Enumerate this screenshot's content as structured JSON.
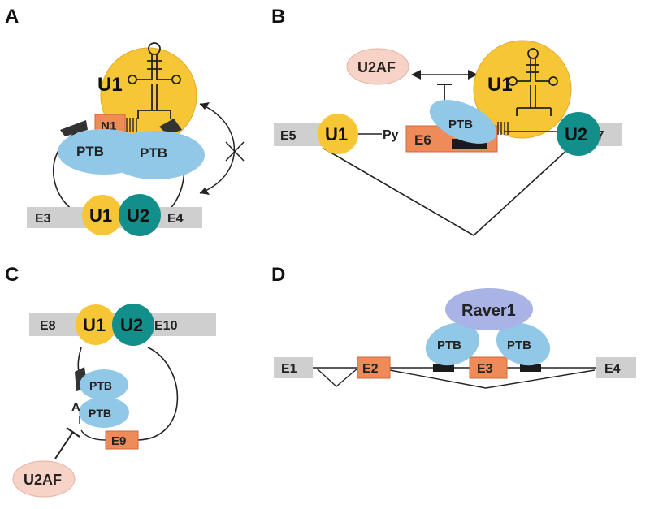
{
  "panels": {
    "a": "A",
    "b": "B",
    "c": "C",
    "d": "D"
  },
  "labels": {
    "a_u1_top": "U1",
    "a_n1": "N1",
    "a_ptb1": "PTB",
    "a_ptb2": "PTB",
    "a_e3": "E3",
    "a_u1_bottom": "U1",
    "a_u2": "U2",
    "a_e4": "E4",
    "b_u2af": "U2AF",
    "b_u1_big": "U1",
    "b_ptb": "PTB",
    "b_e5": "E5",
    "b_u1": "U1",
    "b_py": "Py",
    "b_e6": "E6",
    "b_u2": "U2",
    "b_e7": "E7",
    "c_e8": "E8",
    "c_u1": "U1",
    "c_u2": "U2",
    "c_e10": "E10",
    "c_ptb1": "PTB",
    "c_a": "A",
    "c_ptb2": "PTB",
    "c_e9": "E9",
    "c_u2af": "U2AF",
    "d_raver1": "Raver1",
    "d_ptb1": "PTB",
    "d_ptb2": "PTB",
    "d_e1": "E1",
    "d_e2": "E2",
    "d_e3": "E3",
    "d_e4": "E4"
  },
  "colors": {
    "u1_yellow": "#f7c637",
    "u2_teal": "#128f8a",
    "ptb_blue": "#91c8e8",
    "exon_orange": "#ef8b58",
    "exon_grey": "#cfcfcf",
    "u2af_pink": "#f7d2c6",
    "raver_purple": "#a9b3e5",
    "dark": "#1a1a1a"
  }
}
